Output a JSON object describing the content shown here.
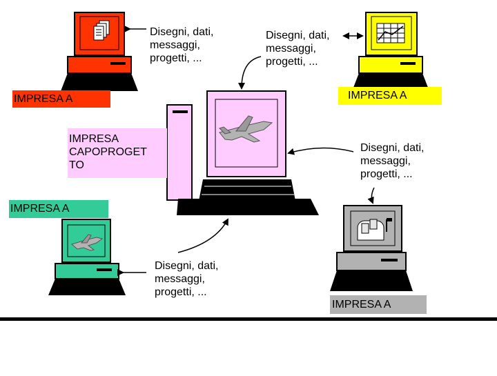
{
  "labels": {
    "top_left_caption": "Disegni, dati,\nmessaggi,\nprogetti, ...",
    "top_center_caption": "Disegni, dati,\nmessaggi,\nprogetti, ...",
    "right_caption": "Disegni, dati,\nmessaggi,\nprogetti, ...",
    "bottom_caption": "Disegni, dati,\nmessaggi,\nprogetti, ...",
    "impresa_red": "IMPRESA A",
    "impresa_yellow": "IMPRESA A",
    "impresa_green": "IMPRESA A",
    "impresa_gray": "IMPRESA A",
    "capoprogetto": "IMPRESA\nCAPOPROGET\nTO"
  },
  "colors": {
    "red": "#ff3300",
    "yellow": "#ffff00",
    "pink": "#ffccff",
    "teal": "#33cc99",
    "gray": "#b2b2b2",
    "line": "#000000"
  },
  "icons": {
    "red_screen": "documents-icon",
    "yellow_screen": "spreadsheet-chart-icon",
    "pink_screen": "jet-plane-icon",
    "green_screen": "jet-plane-icon",
    "gray_screen": "mailbox-icon"
  }
}
